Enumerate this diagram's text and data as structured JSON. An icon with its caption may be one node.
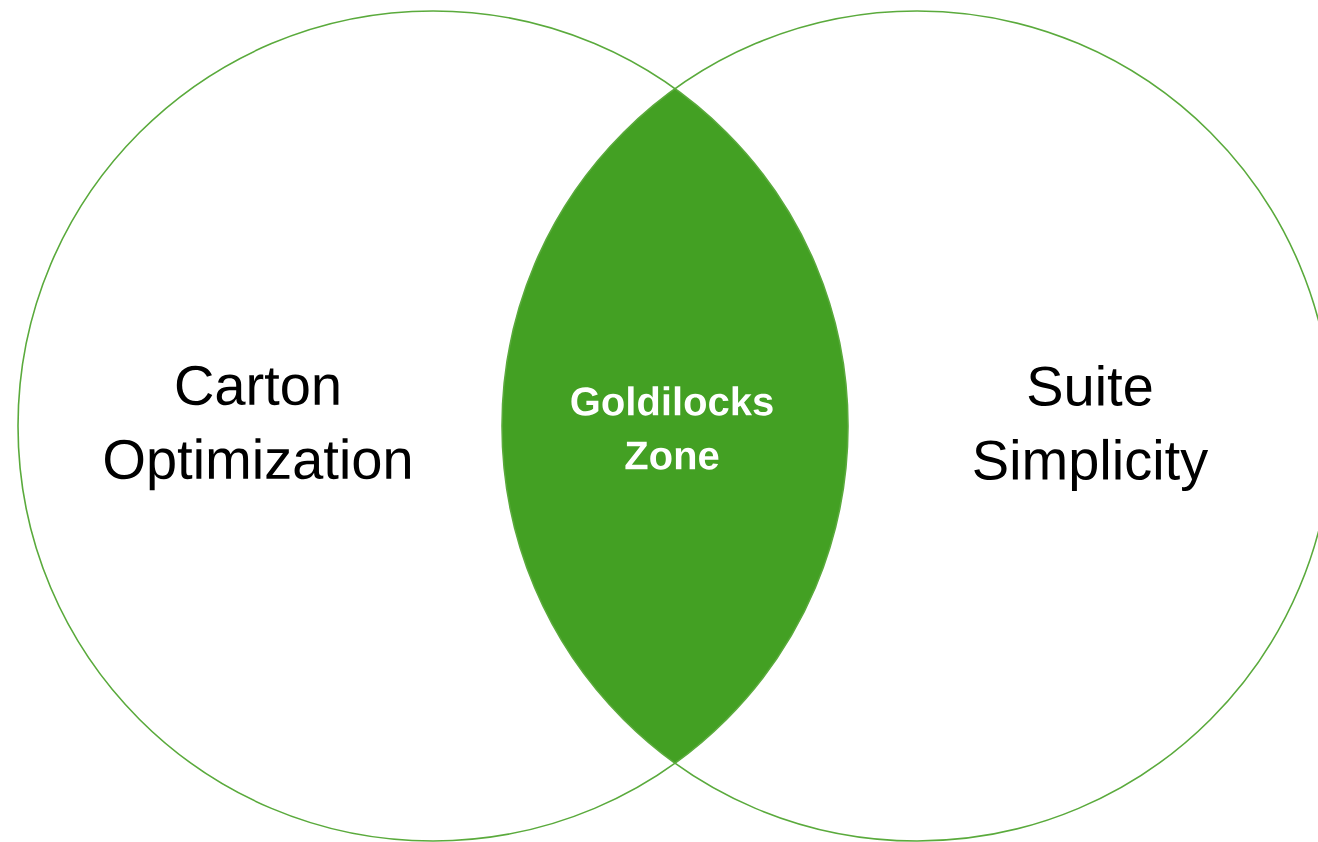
{
  "diagram": {
    "nodes": [
      {
        "text": [
          "Carton Optimization"
        ]
      },
      {
        "text": [
          "Goldilocks Zone"
        ]
      },
      {
        "text": [
          "Suite Simplicity"
        ]
      }
    ]
  }
}
